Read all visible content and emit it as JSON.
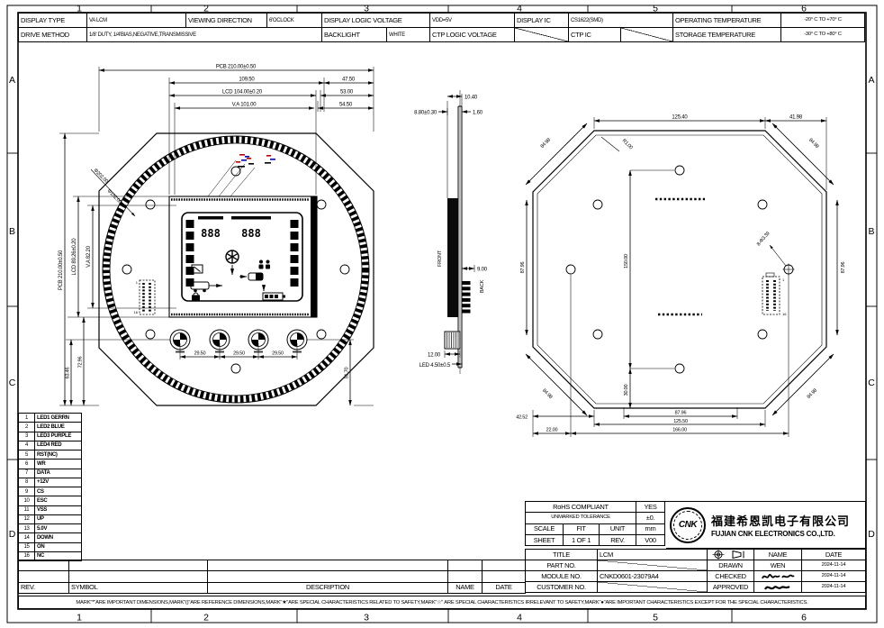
{
  "zones": {
    "columns": [
      "1",
      "2",
      "3",
      "4",
      "5",
      "6"
    ],
    "rows": [
      "A",
      "B",
      "C",
      "D"
    ]
  },
  "spec_table": {
    "display_type_label": "DISPLAY TYPE",
    "display_type_value": "VA LCM",
    "viewing_direction_label": "VIEWING DIRECTION",
    "viewing_direction_value": "6'OCLOCK",
    "display_logic_voltage_label": "DISPLAY LOGIC VOLTAGE",
    "display_logic_voltage_value": "VDD=5V",
    "display_ic_label": "DISPLAY IC",
    "display_ic_value": "CS1622(SMD)",
    "operating_temp_label": "OPERATING TEMPERATURE",
    "operating_temp_value": "-20° C TO +70° C",
    "drive_method_label": "DRIVE METHOD",
    "drive_method_value": "1/8' DUTY, 1/4'BIAS,NEGATIVE,TRANSMISSIVE",
    "backlight_label": "BACKLIGHT",
    "backlight_value": "WHITE",
    "ctp_logic_voltage_label": "CTP LOGIC VOLTAGE",
    "ctp_ic_label": "CTP IC",
    "storage_temp_label": "STORAGE TEMPERATURE",
    "storage_temp_value": "-30° C TO +80° C"
  },
  "pin_table": {
    "rows": [
      {
        "no": "1",
        "name": "LED1 GERRN"
      },
      {
        "no": "2",
        "name": "LED2 BLUE"
      },
      {
        "no": "3",
        "name": "LED3 PURPLE"
      },
      {
        "no": "4",
        "name": "LED4 RED"
      },
      {
        "no": "5",
        "name": "RST(NC)"
      },
      {
        "no": "6",
        "name": "WR"
      },
      {
        "no": "7",
        "name": "DATA"
      },
      {
        "no": "8",
        "name": "+12V"
      },
      {
        "no": "9",
        "name": "CS"
      },
      {
        "no": "10",
        "name": "ESC"
      },
      {
        "no": "11",
        "name": "VSS"
      },
      {
        "no": "12",
        "name": "UP"
      },
      {
        "no": "13",
        "name": "5.0V"
      },
      {
        "no": "14",
        "name": "DOWN"
      },
      {
        "no": "15",
        "name": "ON"
      },
      {
        "no": "16",
        "name": "NC"
      }
    ]
  },
  "front_view": {
    "pcb_w": "PCB 210.00±0.50",
    "d10950": "109.50",
    "d4750": "47.50",
    "lcd_w": "LCD 104.00±0.20",
    "d5300": "53.00",
    "va_w": "V.A 101.00",
    "d5450": "54.50",
    "pcb_h": "PCB 210.00±0.50",
    "lcd_h": "LCD 89.26±0.20",
    "va_h": "V.A 82.20",
    "d6346": "63.46",
    "d7296": "72.96",
    "d5170": "51.70",
    "dia_outer": "Φ202.00",
    "dia_inner": "Φ192.00",
    "pitch": "29.50",
    "lcd_digits_left": "888",
    "lcd_digits_right": "888"
  },
  "side_view": {
    "total": "10.40",
    "front_t": "8.80±0.30",
    "pcb_t": "1.60",
    "front_label": "FRONT",
    "back_label": "BACK",
    "d900": "9.00",
    "d1200": "12.00",
    "led": "LED 4.50±0.5"
  },
  "back_view": {
    "top_w": "125.40",
    "corner": "41.98",
    "diag": "84.98",
    "radius": "R1.00",
    "side_h": "87.96",
    "height": "150.00",
    "holes": "8-Φ3.39",
    "d3000": "30.00",
    "bottom_inner": "87.96",
    "bottom_w": "125.50",
    "d4252": "42.52",
    "d2200": "22.00",
    "d16600": "166.00"
  },
  "connector": {
    "pin_first": "1",
    "pin_last": "16"
  },
  "title_block": {
    "rohs_label": "RoHS COMPLIANT",
    "rohs_value": "YES",
    "tolerance_label": "UNMARKED TOLERANCE",
    "tolerance_value": "±0.",
    "scale_label": "SCALE",
    "scale_value": "FIT",
    "unit_label": "UNIT",
    "unit_value": "mm",
    "sheet_label": "SHEET",
    "sheet_value": "1 OF 1",
    "rev_label": "REV.",
    "rev_value": "V00",
    "logo_text": "CNK",
    "company_cn": "福建希恩凯电子有限公司",
    "company_en": "FUJIAN CNK ELECTRONICS CO.,LTD.",
    "title_label": "TITLE",
    "title_value": "LCM",
    "part_label": "PART NO.",
    "module_label": "MODULE NO.",
    "module_value": "CNKD0601-23079A4",
    "customer_label": "CUSTOMER NO.",
    "name_col": "NAME",
    "date_col": "DATE",
    "drawn_label": "DRAWN",
    "drawn_name": "WEN",
    "drawn_date": "2024-11-14",
    "checked_label": "CHECKED",
    "checked_date": "2024-11-14",
    "approved_label": "APPROVED",
    "approved_date": "2024-11-14"
  },
  "revision_table": {
    "rev": "REV.",
    "symbol": "SYMBOL",
    "description": "DESCRIPTION",
    "name": "NAME",
    "date": "DATE"
  },
  "footnote": "MARK\"*\"ARE IMPORTANT DIMENSIONS,MARK\"()\"ARE REFERENCE DIMENSIONS,MARK\"★\"ARE SPECIAL CHARACTERISTICS RELATED TO SAFETY,MARK\"☆\" ARE SPECIAL CHARACTERISTICS IRRELEVANT TO SAFETY,MARK\"●\"ARE IMPORTANT CHARACTERISTICS EXCEPT FOR THE SPECIAL CHARACTERISTICS."
}
